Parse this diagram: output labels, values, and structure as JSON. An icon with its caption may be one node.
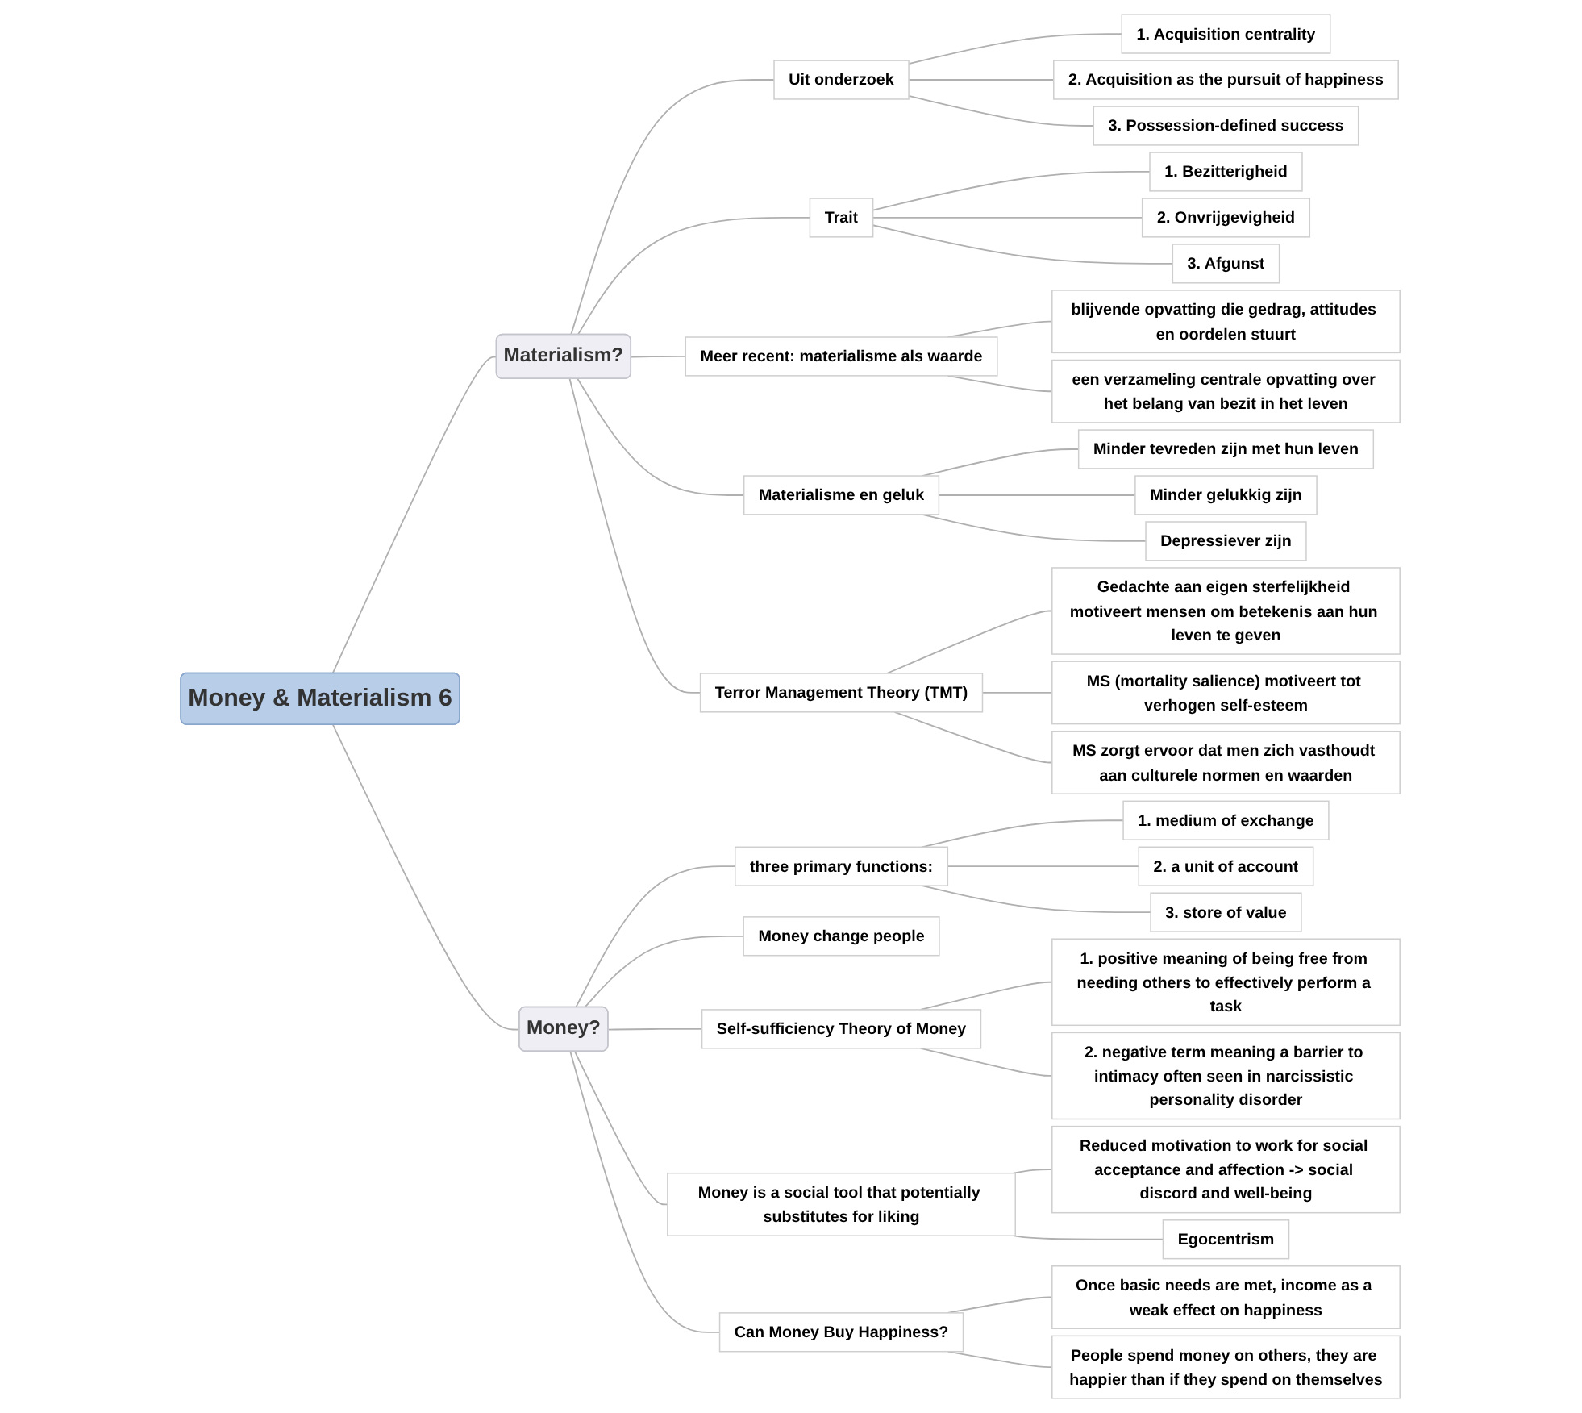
{
  "diagram": {
    "nodes": [
      {
        "text": [
          "Money & Materialism 6"
        ]
      },
      {
        "text": [
          "Materialism?"
        ]
      },
      {
        "text": [
          "Uit onderzoek"
        ]
      },
      {
        "text": [
          "1. Acquisition centrality"
        ]
      },
      {
        "text": [
          "2. Acquisition as the pursuit of happiness"
        ]
      },
      {
        "text": [
          "3. Possession-defined success"
        ]
      },
      {
        "text": [
          "Trait"
        ]
      },
      {
        "text": [
          "1. Bezitterigheid"
        ]
      },
      {
        "text": [
          "2. Onvrijgevigheid"
        ]
      },
      {
        "text": [
          "3. Afgunst"
        ]
      },
      {
        "text": [
          "Meer recent: materialisme als waarde"
        ]
      },
      {
        "text": [
          "blijvende opvatting die gedrag, attitudes en oordelen stuurt"
        ]
      },
      {
        "text": [
          "een verzameling centrale opvatting over het belang van bezit in het leven"
        ]
      },
      {
        "text": [
          "Materialisme en geluk"
        ]
      },
      {
        "text": [
          "Minder tevreden zijn met hun leven"
        ]
      },
      {
        "text": [
          "Minder gelukkig zijn"
        ]
      },
      {
        "text": [
          "Depressiever zijn"
        ]
      },
      {
        "text": [
          "Terror Management Theory (TMT)"
        ]
      },
      {
        "text": [
          "Gedachte aan eigen sterfelijkheid motiveert mensen om betekenis aan hun leven te geven"
        ]
      },
      {
        "text": [
          "MS (mortality salience) motiveert tot verhogen self-esteem"
        ]
      },
      {
        "text": [
          "MS zorgt ervoor dat men zich vasthoudt aan culturele normen en waarden"
        ]
      },
      {
        "text": [
          "Money?"
        ]
      },
      {
        "text": [
          "three primary functions:"
        ]
      },
      {
        "text": [
          "1. medium of exchange"
        ]
      },
      {
        "text": [
          "2. a unit of account"
        ]
      },
      {
        "text": [
          "3. store of value"
        ]
      },
      {
        "text": [
          "Money change people"
        ]
      },
      {
        "text": [
          "Self-sufficiency Theory of Money"
        ]
      },
      {
        "text": [
          "1. positive meaning of being free from needing others to effectively perform a task"
        ]
      },
      {
        "text": [
          "2. negative term meaning a barrier to intimacy often seen in narcissistic personality disorder"
        ]
      },
      {
        "text": [
          "Money is a social tool that potentially substitutes for liking"
        ]
      },
      {
        "text": [
          "Reduced motivation to work for social acceptance and affection -> social discord and well-being"
        ]
      },
      {
        "text": [
          "Egocentrism"
        ]
      },
      {
        "text": [
          "Can Money Buy Happiness?"
        ]
      },
      {
        "text": [
          "Once basic needs are met, income as a weak effect on happiness"
        ]
      },
      {
        "text": [
          "People spend money on others, they are happier than if they spend on themselves"
        ]
      }
    ],
    "edges": [
      {
        "from": 0,
        "to": 1,
        "arrow": "none"
      },
      {
        "from": 1,
        "to": 2,
        "arrow": "none"
      },
      {
        "from": 2,
        "to": 3,
        "arrow": "none"
      },
      {
        "from": 2,
        "to": 4,
        "arrow": "none"
      },
      {
        "from": 2,
        "to": 5,
        "arrow": "none"
      },
      {
        "from": 1,
        "to": 6,
        "arrow": "none"
      },
      {
        "from": 6,
        "to": 7,
        "arrow": "none"
      },
      {
        "from": 6,
        "to": 8,
        "arrow": "none"
      },
      {
        "from": 6,
        "to": 9,
        "arrow": "none"
      },
      {
        "from": 1,
        "to": 10,
        "arrow": "none"
      },
      {
        "from": 10,
        "to": 11,
        "arrow": "none"
      },
      {
        "from": 10,
        "to": 12,
        "arrow": "none"
      },
      {
        "from": 1,
        "to": 13,
        "arrow": "none"
      },
      {
        "from": 13,
        "to": 14,
        "arrow": "none"
      },
      {
        "from": 13,
        "to": 15,
        "arrow": "none"
      },
      {
        "from": 13,
        "to": 16,
        "arrow": "none"
      },
      {
        "from": 1,
        "to": 17,
        "arrow": "none"
      },
      {
        "from": 17,
        "to": 18,
        "arrow": "none"
      },
      {
        "from": 17,
        "to": 19,
        "arrow": "none"
      },
      {
        "from": 17,
        "to": 20,
        "arrow": "none"
      },
      {
        "from": 0,
        "to": 21,
        "arrow": "none"
      },
      {
        "from": 21,
        "to": 22,
        "arrow": "none"
      },
      {
        "from": 22,
        "to": 23,
        "arrow": "none"
      },
      {
        "from": 22,
        "to": 24,
        "arrow": "none"
      },
      {
        "from": 22,
        "to": 25,
        "arrow": "none"
      },
      {
        "from": 21,
        "to": 26,
        "arrow": "none"
      },
      {
        "from": 21,
        "to": 27,
        "arrow": "none"
      },
      {
        "from": 27,
        "to": 28,
        "arrow": "none"
      },
      {
        "from": 27,
        "to": 29,
        "arrow": "none"
      },
      {
        "from": 21,
        "to": 30,
        "arrow": "none"
      },
      {
        "from": 30,
        "to": 31,
        "arrow": "none"
      },
      {
        "from": 30,
        "to": 32,
        "arrow": "none"
      },
      {
        "from": 21,
        "to": 33,
        "arrow": "none"
      },
      {
        "from": 33,
        "to": 34,
        "arrow": "none"
      },
      {
        "from": 33,
        "to": 35,
        "arrow": "none"
      }
    ]
  }
}
